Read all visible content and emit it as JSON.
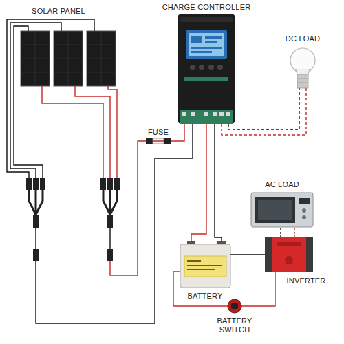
{
  "diagram": {
    "labels": [
      "SOLAR PANEL",
      "CHARGE CONTROLLER",
      "DC LOAD",
      "FUSE",
      "AC LOAD",
      "BATTERY",
      "INVERTER",
      "BATTERY SWITCH"
    ]
  }
}
